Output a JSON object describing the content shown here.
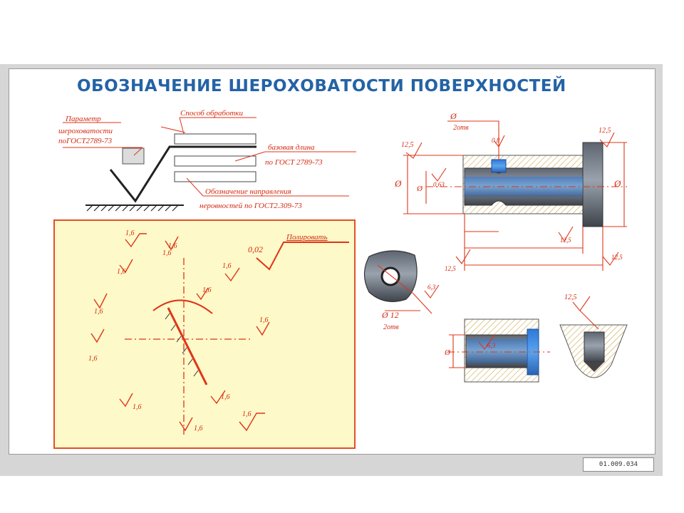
{
  "title": "ОБОЗНАЧЕНИЕ  ШЕРОХОВАТОСТИ ПОВЕРХНОСТЕЙ",
  "sheet_code": "01.009.034",
  "legend": {
    "parameter": [
      "Параметр",
      "шероховатости",
      "поГОСТ2789-73"
    ],
    "method": "Способ обработки",
    "base_length": [
      "базовая длина",
      "по ГОСТ 2789-73"
    ],
    "direction": [
      "Обозначение направления",
      "неровностей по ГОСТ2.309-73"
    ]
  },
  "panel": {
    "polish_value": "0,02",
    "polish_label": "Полировать",
    "roughness_labels": [
      "1,6",
      "1,6",
      "1,6",
      "1,6",
      "1,6",
      "1,6",
      "1,6",
      "1,6",
      "1,6",
      "1,6",
      "1,6",
      "1,6",
      "1,6"
    ]
  },
  "shaft": {
    "dia_top": "Ø",
    "holes_top": "2отв",
    "ra_left": "12,5",
    "ra_right": "12,5",
    "ra_groove": "0,8",
    "ra_inner": "0,63",
    "dia_left": "Ø",
    "dia_inner": "Ø",
    "dia_right": "Ø",
    "ra_mid": "12,5",
    "ra_bottom_left": "12,5",
    "ra_bottom_right": "12,5"
  },
  "nut": {
    "ra": "6,3",
    "dia": "Ø 12",
    "holes": "2отв"
  },
  "sleeve": {
    "ra": "6,3",
    "dia": "Ø"
  },
  "cone": {
    "ra": "12,5"
  }
}
